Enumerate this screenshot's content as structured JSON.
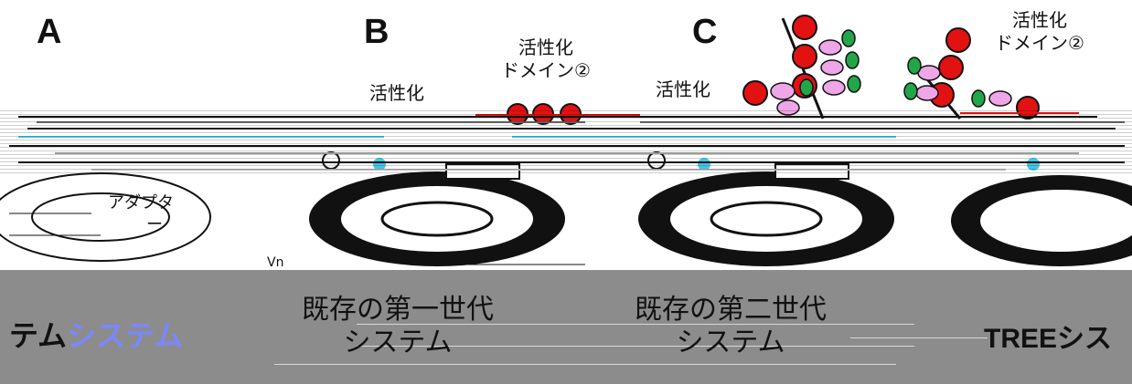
{
  "panels": {
    "a": {
      "letter": "A",
      "adapter_text": "アダプタ",
      "adapter_text2": "ー",
      "sub_text": "Vn"
    },
    "b": {
      "letter": "B",
      "label_activation": "活性化",
      "label_domain2_line1": "活性化",
      "label_domain2_line2": "ドメイン②"
    },
    "c": {
      "letter": "C",
      "label_activation": "活性化",
      "label_domain2_line1": "活性化",
      "label_domain2_line2": "ドメイン②"
    }
  },
  "bottom": {
    "left_caption_a": "テム",
    "left_caption_b": "システム",
    "left_caption_c": "",
    "first_gen_line1": "既存の第一世代",
    "first_gen_line2": "システム",
    "second_gen_line1": "既存の第二世代",
    "second_gen_line2": "システム",
    "tree_a": "TREE",
    "tree_b": "シス"
  },
  "colors": {
    "background": "#ffffff",
    "band": "#8c8c8c",
    "red": "#e31212",
    "pink": "#eea6e6",
    "green": "#23a64a",
    "cyan": "#3fc7e8"
  }
}
